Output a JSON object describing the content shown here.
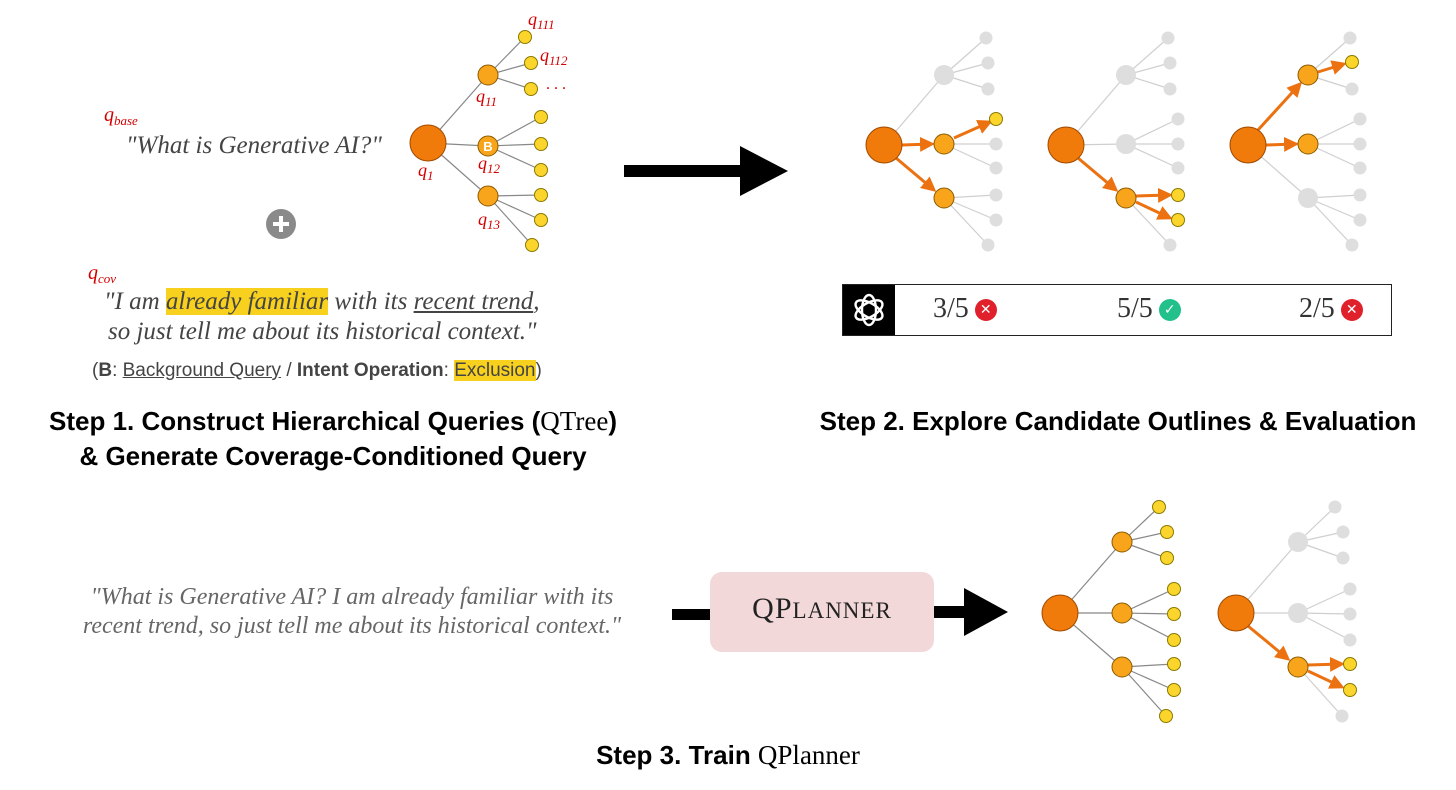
{
  "step1": {
    "q_base_label": "q",
    "q_base_sub": "base",
    "base_query": "\"What is Generative AI?\"",
    "q_cov_label": "q",
    "q_cov_sub": "cov",
    "cov_query_parts": [
      "\"I am ",
      "already familiar",
      " with its ",
      "recent trend",
      ","
    ],
    "cov_query_line2": "so just tell me about its historical context.\"",
    "legend_open": "(",
    "legend_b": "B",
    "legend_colon": ": ",
    "legend_background": "Background Query",
    "legend_sep": " / ",
    "legend_intent": "Intent Operation",
    "legend_colon2": ": ",
    "legend_exclusion": "Exclusion",
    "legend_close": ")",
    "tree_labels": {
      "q1": "q",
      "q1_sub": "1",
      "q11": "q",
      "q11_sub": "11",
      "q12": "q",
      "q12_sub": "12",
      "q13": "q",
      "q13_sub": "13",
      "q111": "q",
      "q111_sub": "111",
      "q112": "q",
      "q112_sub": "112",
      "ellipsis": ". . .",
      "b_marker": "B"
    },
    "title_line1": "Step 1. Construct Hierarchical Queries (",
    "title_qtree": "QTree",
    "title_close": ")",
    "title_line2": "& Generate Coverage-Conditioned Query"
  },
  "step2": {
    "title": "Step 2. Explore Candidate Outlines & Evaluation",
    "scores": [
      {
        "text": "3/5",
        "status": "fail",
        "icon": "x-icon"
      },
      {
        "text": "5/5",
        "status": "pass",
        "icon": "check-icon"
      },
      {
        "text": "2/5",
        "status": "fail",
        "icon": "x-icon"
      }
    ],
    "evaluator_icon": "openai-logo-icon"
  },
  "step3": {
    "input_line1": "\"What is Generative AI? I am already familiar with its",
    "input_line2": "recent trend, so just tell me about its historical context.\"",
    "model_q": "QP",
    "model_rest": "LANNER",
    "title_prefix": "Step 3. Train ",
    "title_model": "QPlanner"
  },
  "colors": {
    "root": "#f07a0a",
    "child": "#f9a51b",
    "leaf": "#fbd52c",
    "inactive": "#dedede",
    "edge_active": "#ec7110",
    "edge": "#888888",
    "fail": "#e0202a",
    "pass": "#22c08a",
    "label_red": "#d40000"
  }
}
